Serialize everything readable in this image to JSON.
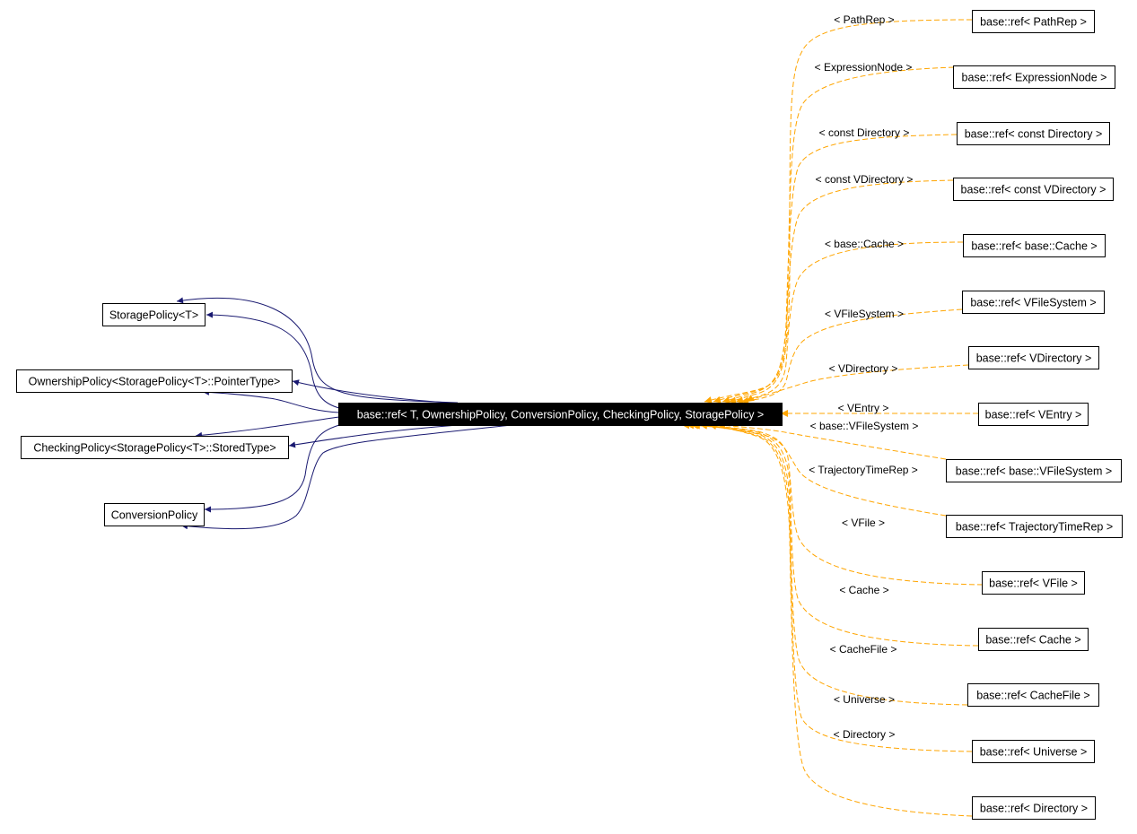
{
  "diagram": {
    "central": {
      "label": "base::ref< T, OwnershipPolicy, ConversionPolicy, CheckingPolicy, StoragePolicy >"
    },
    "bases": [
      {
        "id": "storage",
        "label": "StoragePolicy<T>"
      },
      {
        "id": "ownership",
        "label": "OwnershipPolicy<StoragePolicy<T>::PointerType>"
      },
      {
        "id": "checking",
        "label": "CheckingPolicy<StoragePolicy<T>::StoredType>"
      },
      {
        "id": "conversion",
        "label": "ConversionPolicy"
      }
    ],
    "instantiations": [
      {
        "id": "pathrep",
        "label": "base::ref< PathRep >",
        "edge_label": "< PathRep >"
      },
      {
        "id": "exprnode",
        "label": "base::ref< ExpressionNode >",
        "edge_label": "< ExpressionNode >"
      },
      {
        "id": "constdir",
        "label": "base::ref< const Directory >",
        "edge_label": "< const Directory >"
      },
      {
        "id": "constvdir",
        "label": "base::ref< const VDirectory >",
        "edge_label": "< const VDirectory >"
      },
      {
        "id": "basecache",
        "label": "base::ref< base::Cache >",
        "edge_label": "< base::Cache >"
      },
      {
        "id": "vfs",
        "label": "base::ref< VFileSystem >",
        "edge_label": "< VFileSystem >"
      },
      {
        "id": "vdir",
        "label": "base::ref< VDirectory >",
        "edge_label": "< VDirectory >"
      },
      {
        "id": "ventry",
        "label": "base::ref< VEntry >",
        "edge_label": "< VEntry >"
      },
      {
        "id": "basevfs",
        "label": "base::ref< base::VFileSystem >",
        "edge_label": "< base::VFileSystem >"
      },
      {
        "id": "trajrep",
        "label": "base::ref< TrajectoryTimeRep >",
        "edge_label": "< TrajectoryTimeRep >"
      },
      {
        "id": "vfile",
        "label": "base::ref< VFile >",
        "edge_label": "< VFile >"
      },
      {
        "id": "cache",
        "label": "base::ref< Cache >",
        "edge_label": "< Cache >"
      },
      {
        "id": "cachefile",
        "label": "base::ref< CacheFile >",
        "edge_label": "< CacheFile >"
      },
      {
        "id": "universe",
        "label": "base::ref< Universe >",
        "edge_label": "< Universe >"
      },
      {
        "id": "directory",
        "label": "base::ref< Directory >",
        "edge_label": "< Directory >"
      }
    ],
    "colors": {
      "inheritance_edge": "#191970",
      "template_edge": "#ffa500",
      "central_fill": "#000000",
      "central_text": "#ffffff",
      "node_border": "#000000"
    }
  }
}
